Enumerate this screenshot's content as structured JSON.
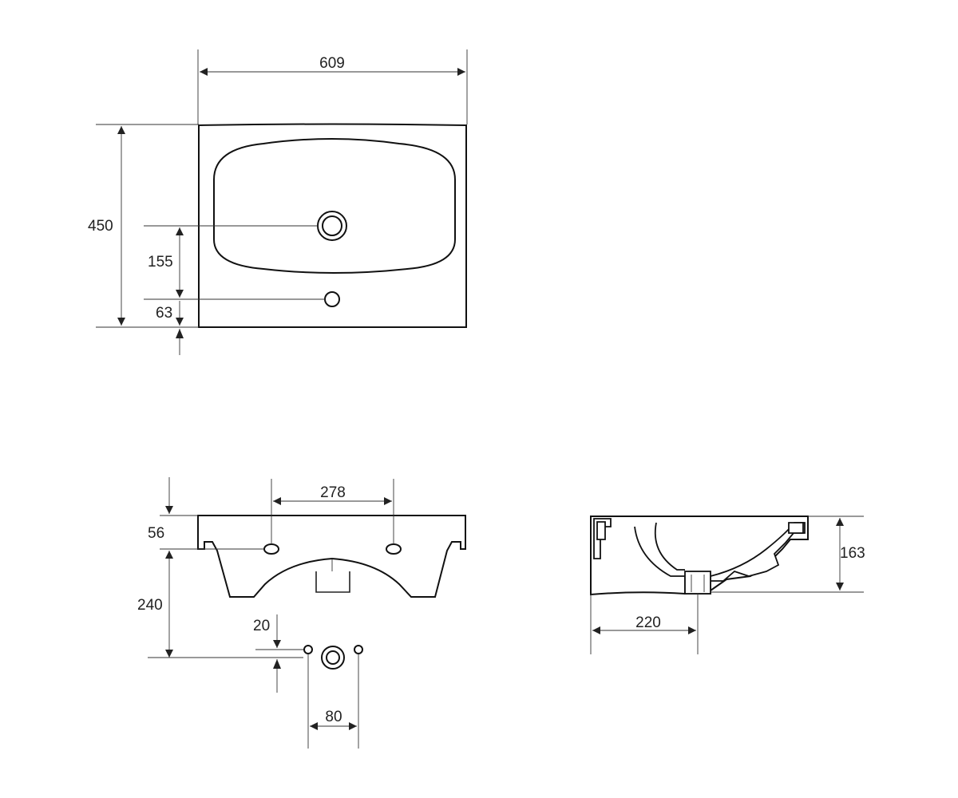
{
  "dimensions": {
    "top_width": "609",
    "top_depth": "450",
    "tap_from_front": "155",
    "overflow_from_front": "63",
    "front_hole_spacing": "278",
    "rim_height": "56",
    "bracket_height": "240",
    "waste_offset": "20",
    "waste_hole_spacing": "80",
    "side_height": "163",
    "side_drain_depth": "220"
  }
}
